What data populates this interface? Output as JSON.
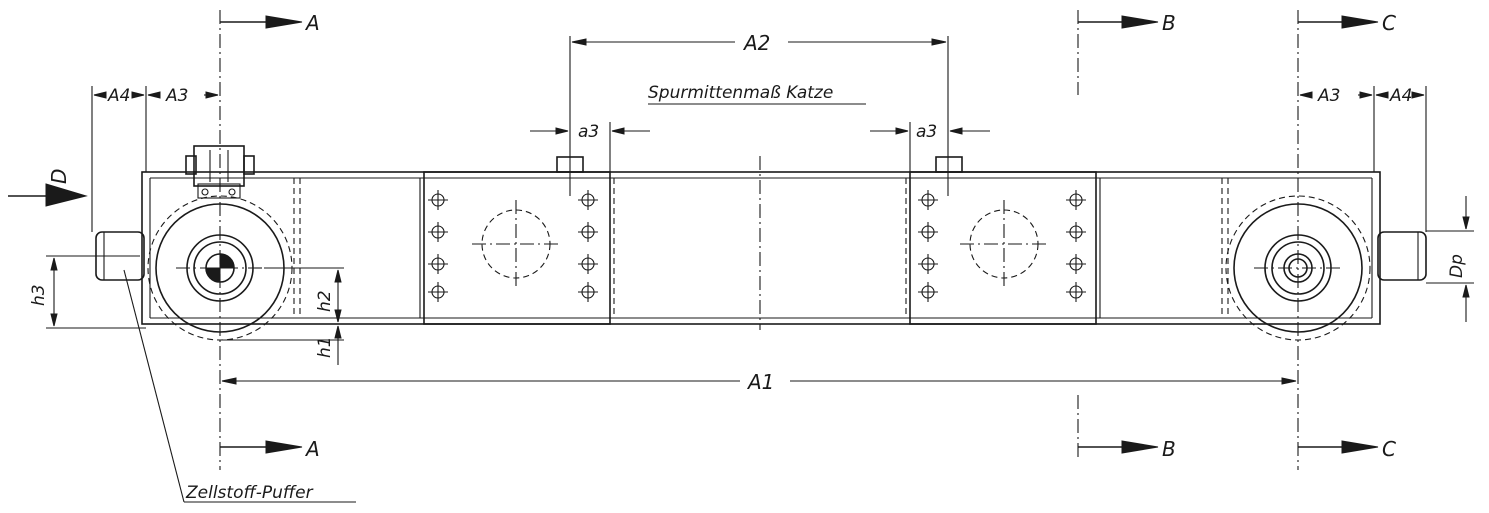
{
  "labels": {
    "section_a": "A",
    "section_b": "B",
    "section_c": "C",
    "dim_a1": "A1",
    "dim_a2": "A2",
    "dim_a3": "A3",
    "dim_a4": "A4",
    "dim_small_a3": "a3",
    "dim_h1": "h1",
    "dim_h2": "h2",
    "dim_h3": "h3",
    "dim_dp": "Dp",
    "view_d": "D",
    "note_track": "Spurmittenmaß Katze",
    "note_buffer": "Zellstoff-Puffer"
  },
  "colors": {
    "line": "#1a1a1a",
    "background": "#ffffff"
  }
}
